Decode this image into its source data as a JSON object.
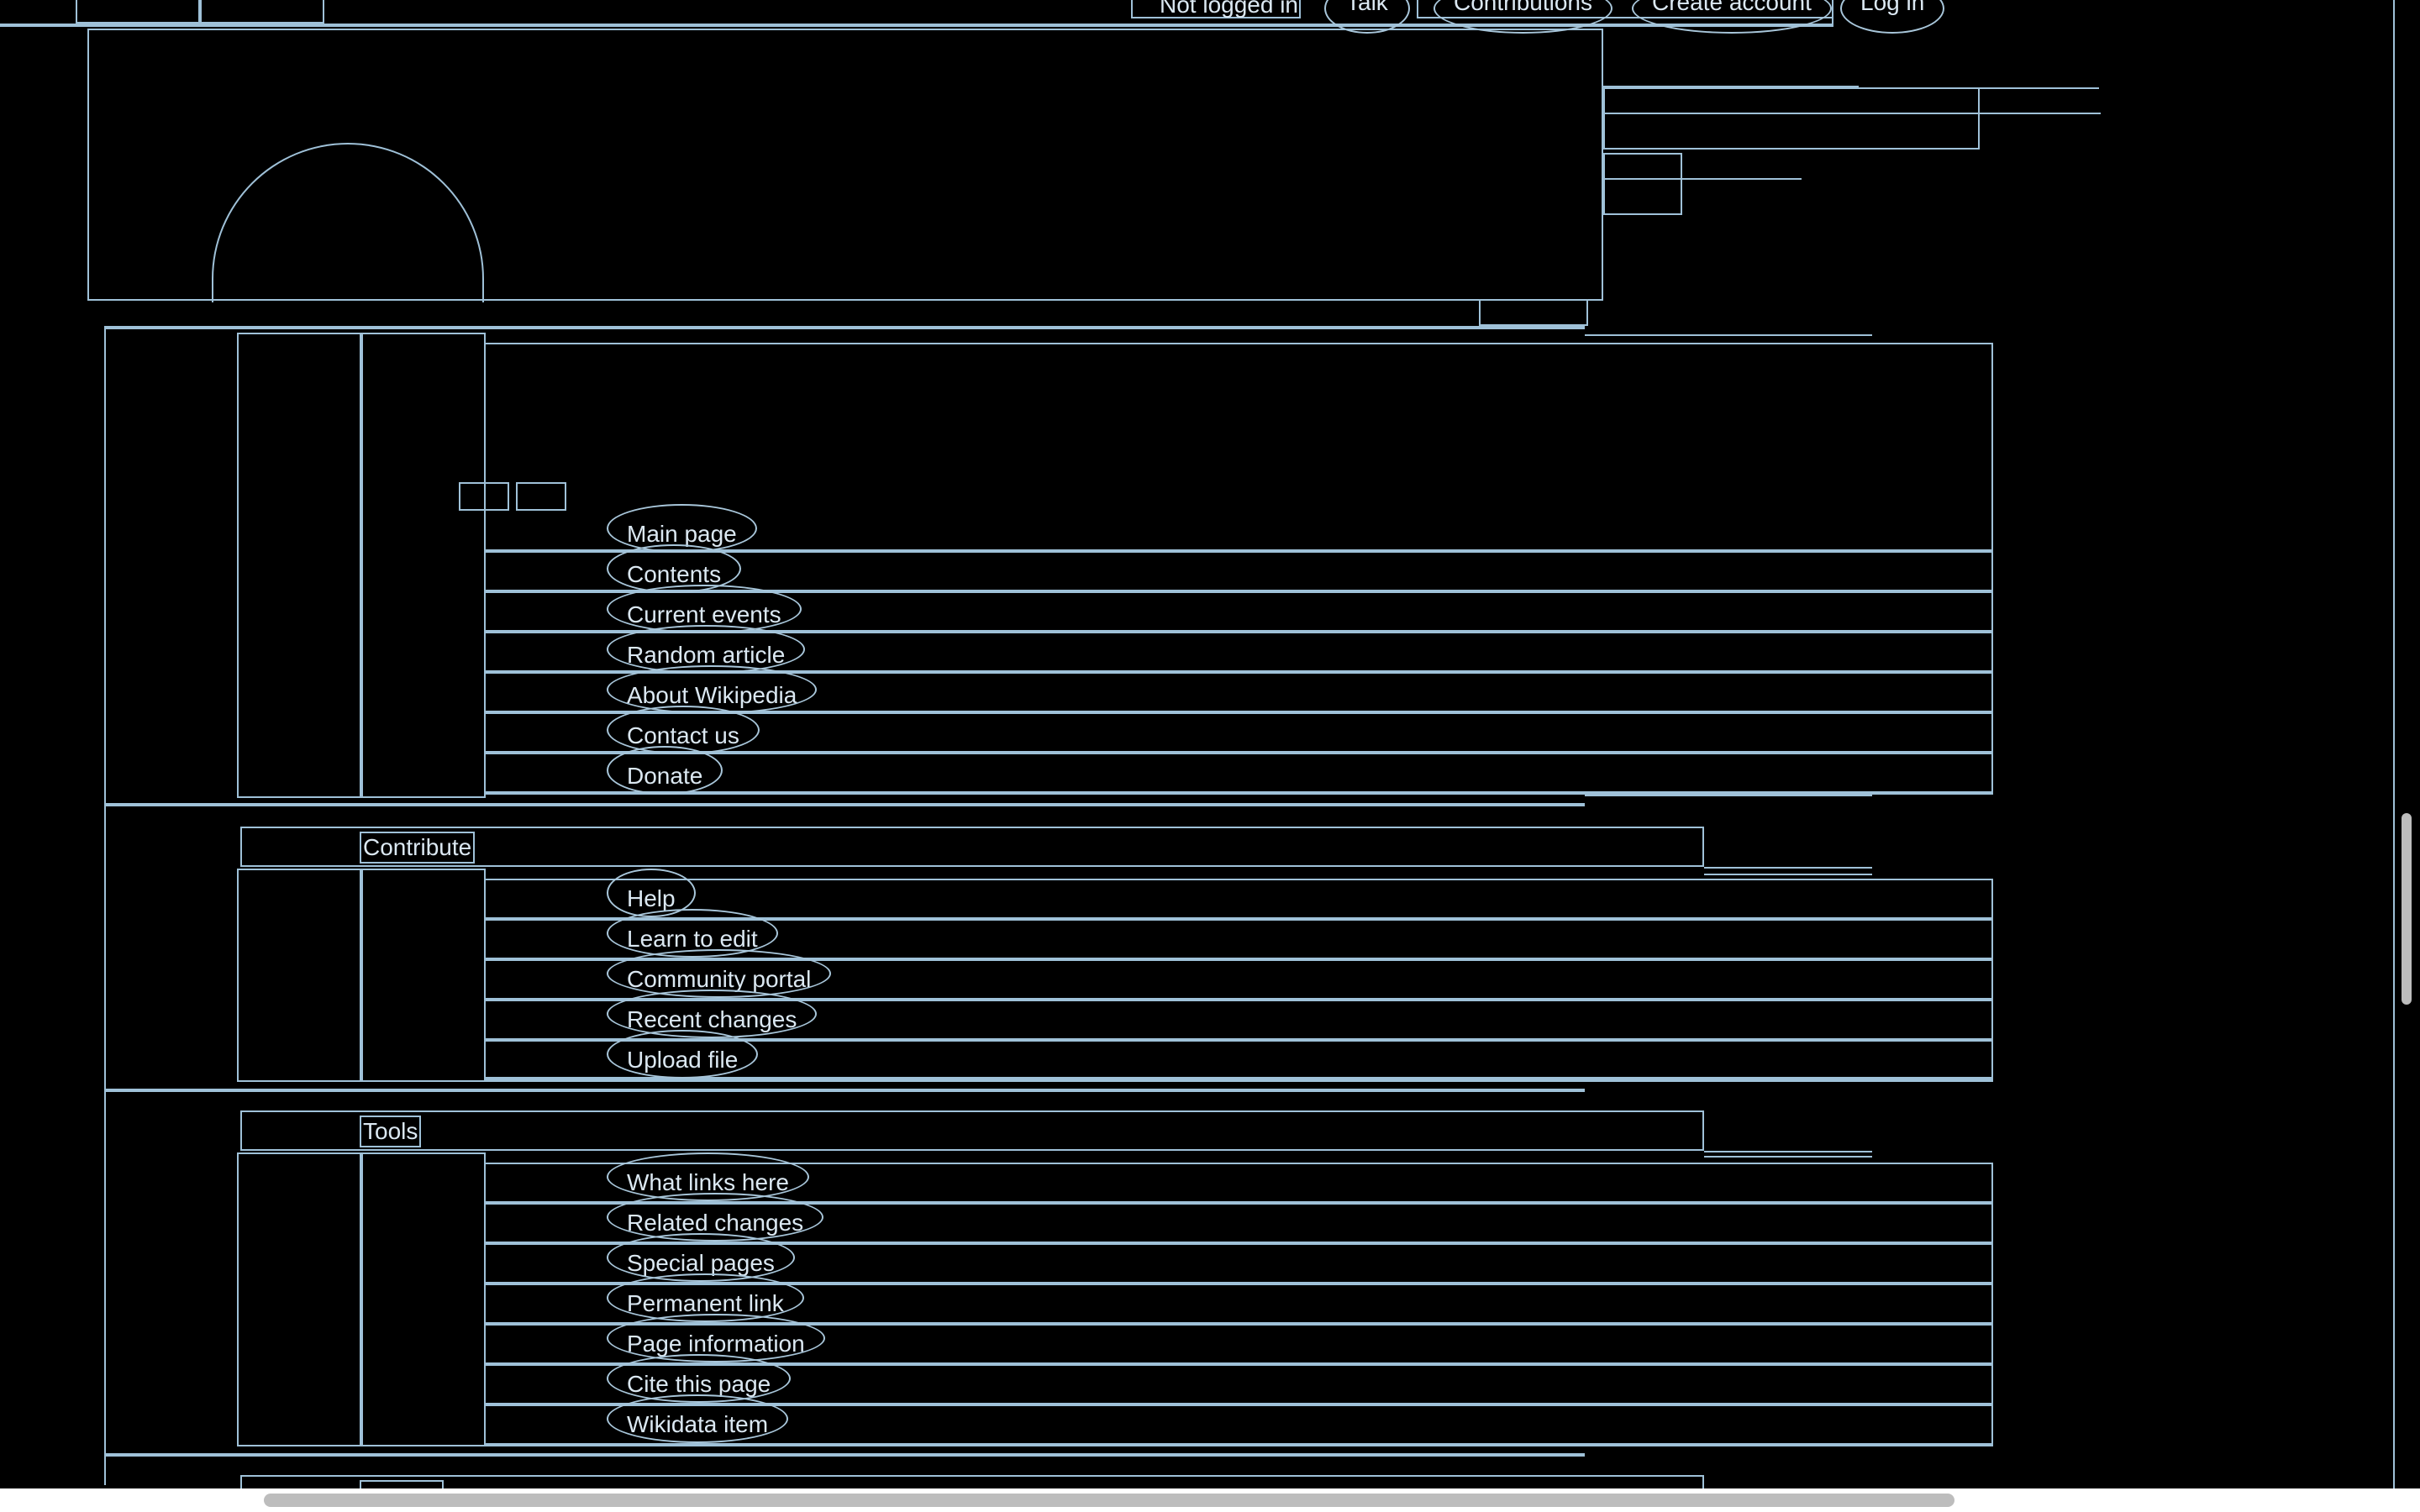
{
  "header": {
    "user_tools": {
      "not_logged_in": "Not logged in",
      "talk": "Talk",
      "contributions": "Contributions",
      "create_account": "Create account",
      "log_in": "Log in"
    }
  },
  "navigation": {
    "items": [
      "Main page",
      "Contents",
      "Current events",
      "Random article",
      "About Wikipedia",
      "Contact us",
      "Donate"
    ]
  },
  "contribute": {
    "heading": "Contribute",
    "items": [
      "Help",
      "Learn to edit",
      "Community portal",
      "Recent changes",
      "Upload file"
    ]
  },
  "tools": {
    "heading": "Tools",
    "items": [
      "What links here",
      "Related changes",
      "Special pages",
      "Permanent link",
      "Page information",
      "Cite this page",
      "Wikidata item"
    ]
  },
  "colors": {
    "background": "#000000",
    "outline": "#9fc1d8",
    "text": "#dbe8f2",
    "scrollbar": "#bdbdbd"
  }
}
